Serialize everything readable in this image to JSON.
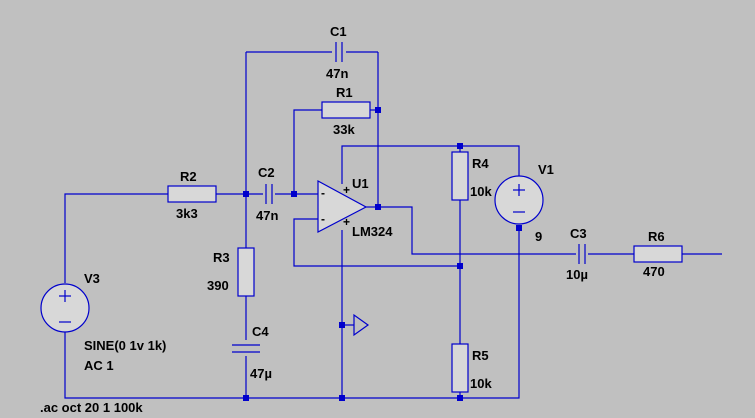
{
  "background_color": "#c0c0c0",
  "wire_color": "#0000cc",
  "components": {
    "C1": {
      "name": "C1",
      "value": "47n"
    },
    "R1": {
      "name": "R1",
      "value": "33k"
    },
    "R2": {
      "name": "R2",
      "value": "3k3"
    },
    "C2": {
      "name": "C2",
      "value": "47n"
    },
    "U1": {
      "name": "U1",
      "value": "LM324"
    },
    "R4": {
      "name": "R4",
      "value": "10k"
    },
    "V1": {
      "name": "V1",
      "value": "9"
    },
    "R3": {
      "name": "R3",
      "value": "390"
    },
    "C4": {
      "name": "C4",
      "value": "47µ"
    },
    "V3": {
      "name": "V3",
      "value_line1": "SINE(0 1v 1k)",
      "value_line2": "AC 1"
    },
    "C3": {
      "name": "C3",
      "value": "10µ"
    },
    "R6": {
      "name": "R6",
      "value": "470"
    },
    "R5": {
      "name": "R5",
      "value": "10k"
    }
  },
  "opamp_pins": {
    "plus": "+",
    "minus": "-"
  },
  "directive": ".ac oct 20 1 100k"
}
